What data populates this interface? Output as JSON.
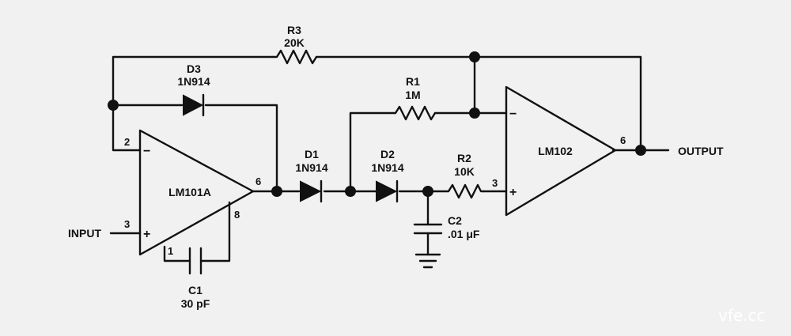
{
  "components": {
    "r3": {
      "ref": "R3",
      "value": "20K"
    },
    "d3": {
      "ref": "D3",
      "part": "1N914"
    },
    "r1": {
      "ref": "R1",
      "value": "1M"
    },
    "d1": {
      "ref": "D1",
      "part": "1N914"
    },
    "d2": {
      "ref": "D2",
      "part": "1N914"
    },
    "r2": {
      "ref": "R2",
      "value": "10K"
    },
    "c2": {
      "ref": "C2",
      "value": ".01 μF"
    },
    "c1": {
      "ref": "C1",
      "value": "30 pF"
    },
    "opamp1": {
      "part": "LM101A",
      "pin_inv": "2",
      "pin_noninv": "3",
      "pin_out": "6",
      "pin_comp1": "1",
      "pin_comp8": "8"
    },
    "opamp2": {
      "part": "LM102",
      "pin_noninv": "3",
      "pin_out": "6"
    }
  },
  "signals": {
    "input": "INPUT",
    "output": "OUTPUT"
  },
  "symbols": {
    "minus": "−",
    "plus": "+"
  },
  "watermark": "vfe.cc",
  "colors": {
    "background": "#f1f1f1",
    "ink": "#111111"
  }
}
